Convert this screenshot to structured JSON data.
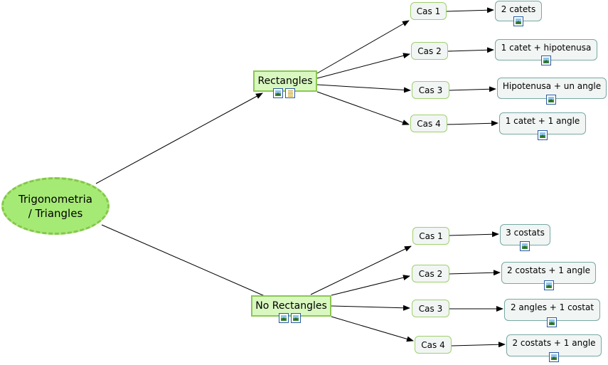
{
  "root": {
    "line1": "Trigonometria",
    "line2": "/ Triangles"
  },
  "rectangles": {
    "label": "Rectangles",
    "cases": [
      {
        "label": "Cas 1",
        "result": "2 catets"
      },
      {
        "label": "Cas 2",
        "result": "1 catet + hipotenusa"
      },
      {
        "label": "Cas 3",
        "result": "Hipotenusa + un angle"
      },
      {
        "label": "Cas 4",
        "result": "1 catet + 1 angle"
      }
    ]
  },
  "no_rectangles": {
    "label": "No Rectangles",
    "cases": [
      {
        "label": "Cas 1",
        "result": "3 costats"
      },
      {
        "label": "Cas 2",
        "result": "2 costats + 1 angle"
      },
      {
        "label": "Cas 3",
        "result": "2 angles + 1 costat"
      },
      {
        "label": "Cas 4",
        "result": "2 costats + 1 angle"
      }
    ]
  },
  "icons": {
    "image": "image-icon",
    "note": "note-icon"
  },
  "colors": {
    "root_fill": "#a6ea76",
    "root_border": "#86c64c",
    "branch_fill": "#d9f8c0",
    "branch_border": "#8bc852",
    "leaf_fill": "#f1f5f4",
    "leaf_border": "#77a9a3",
    "edge": "#000000"
  }
}
